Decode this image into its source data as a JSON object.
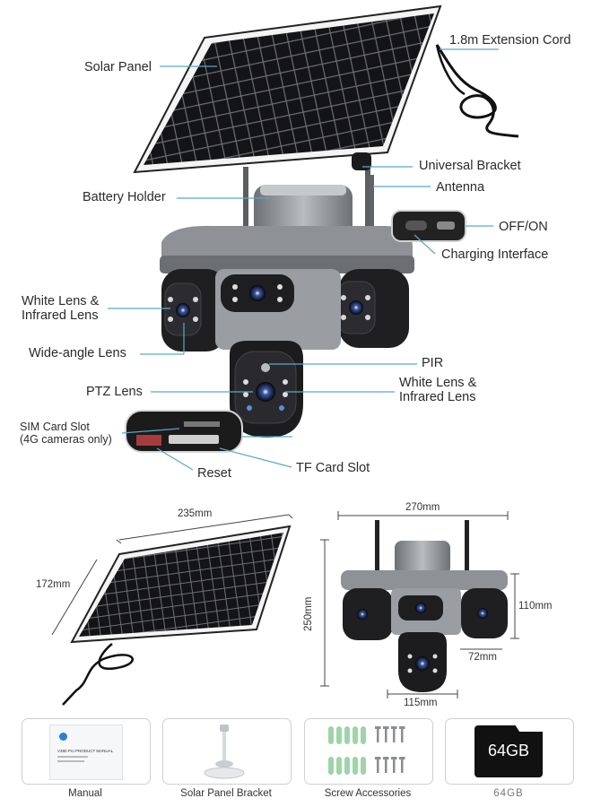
{
  "labels": {
    "solar_panel": "Solar Panel",
    "extension_cord": "1.8m Extension Cord",
    "universal_bracket": "Universal Bracket",
    "antenna": "Antenna",
    "battery_holder": "Battery Holder",
    "off_on": "OFF/ON",
    "charging_interface": "Charging Interface",
    "white_lens_left_1": "White Lens &",
    "white_lens_left_2": "Infrared Lens",
    "wide_angle_lens": "Wide-angle Lens",
    "pir": "PIR",
    "ptz_lens": "PTZ Lens",
    "white_lens_right_1": "White Lens &",
    "white_lens_right_2": "Infrared Lens",
    "sim_slot_1": "SIM Card Slot",
    "sim_slot_2": "(4G cameras only)",
    "reset": "Reset",
    "tf_slot": "TF Card Slot"
  },
  "dimensions": {
    "panel_width": "235mm",
    "panel_height": "172mm",
    "camera_width": "270mm",
    "camera_height": "250mm",
    "side_height": "110mm",
    "side_width": "72mm",
    "bottom_width": "115mm"
  },
  "accessories": [
    {
      "caption": "Manual",
      "icon": "manual-icon",
      "manual_title": "V380 Pro PRODUCT MANUAL"
    },
    {
      "caption": "Solar Panel Bracket",
      "icon": "bracket-icon"
    },
    {
      "caption": "Screw Accessories",
      "icon": "screws-icon"
    },
    {
      "caption": "64GB",
      "icon": "sd-card-icon",
      "card_text": "64GB"
    }
  ],
  "colors": {
    "leader_line": "#5ba6c9",
    "panel_cell": "#1a1a1a",
    "camera_body": "#8d9196",
    "camera_dark": "#1d1d1f"
  }
}
